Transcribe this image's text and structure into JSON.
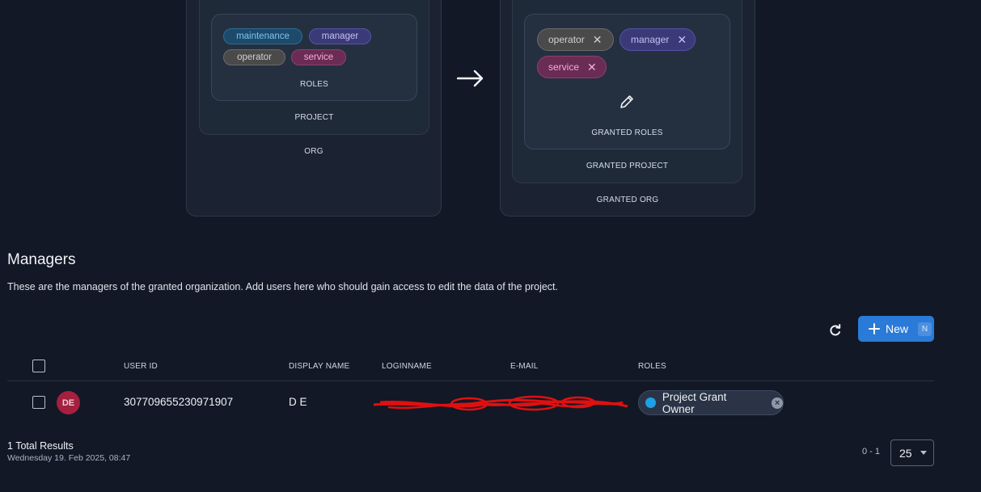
{
  "diagram": {
    "source": {
      "org_label": "ORG",
      "project_label": "PROJECT",
      "roles_label": "ROLES",
      "roles": [
        "maintenance",
        "manager",
        "operator",
        "service"
      ]
    },
    "granted": {
      "org_label": "GRANTED ORG",
      "project_label": "GRANTED PROJECT",
      "roles_label": "GRANTED ROLES",
      "roles": [
        "operator",
        "manager",
        "service"
      ],
      "remove_glyph": "✕"
    },
    "arrow_glyph": "→"
  },
  "managers": {
    "title": "Managers",
    "description": "These are the managers of the granted organization. Add users here who should gain access to edit the data of the project.",
    "new_button": {
      "label": "New",
      "shortcut": "N"
    },
    "columns": [
      "USER ID",
      "DISPLAY NAME",
      "LOGINNAME",
      "E-MAIL",
      "ROLES"
    ],
    "rows": [
      {
        "avatar": "DE",
        "user_id": "307709655230971907",
        "display_name": "D E",
        "role": "Project Grant Owner"
      }
    ],
    "total": "1 Total Results",
    "timestamp": "Wednesday 19. Feb 2025, 08:47",
    "range": "0 - 1",
    "page_size": "25"
  },
  "colors": {
    "background": "#121826",
    "accent": "#2a7ad8",
    "avatar": "#a3203f",
    "role_dot": "#1ca0e6"
  }
}
